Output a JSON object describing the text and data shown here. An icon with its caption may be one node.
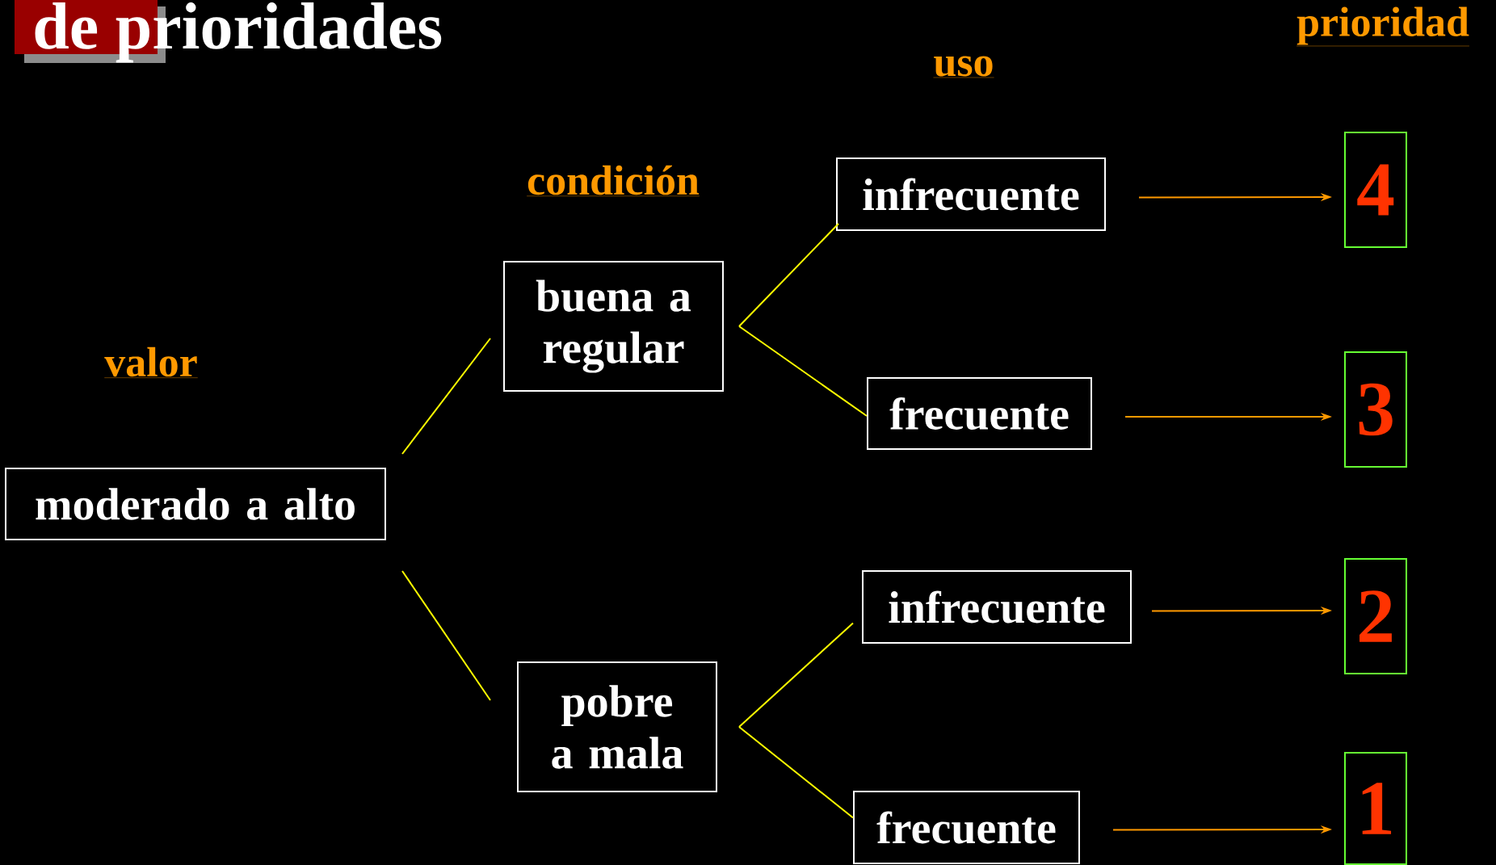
{
  "diagram": {
    "title": "de prioridades",
    "nodes": [
      {
        "text": [
          "moderado a alto"
        ]
      },
      {
        "text": [
          "buena a regular"
        ]
      },
      {
        "text": [
          "pobre a mala"
        ]
      },
      {
        "text": [
          "infrecuente"
        ]
      },
      {
        "text": [
          "frecuente"
        ]
      },
      {
        "text": [
          "infrecuente"
        ]
      },
      {
        "text": [
          "frecuente"
        ]
      },
      {
        "text": [
          "4"
        ]
      },
      {
        "text": [
          "3"
        ]
      },
      {
        "text": [
          "2"
        ]
      },
      {
        "text": [
          "1"
        ]
      }
    ],
    "edges": [
      {
        "from": 0,
        "to": 1,
        "arrow": "none",
        "color": "#ffff00"
      },
      {
        "from": 0,
        "to": 2,
        "arrow": "none",
        "color": "#ffff00"
      },
      {
        "from": 1,
        "to": 3,
        "arrow": "none",
        "color": "#ffff00"
      },
      {
        "from": 1,
        "to": 4,
        "arrow": "none",
        "color": "#ffff00"
      },
      {
        "from": 2,
        "to": 5,
        "arrow": "none",
        "color": "#ffff00"
      },
      {
        "from": 2,
        "to": 6,
        "arrow": "none",
        "color": "#ffff00"
      },
      {
        "from": 3,
        "to": 7,
        "arrow": "to",
        "color": "#ff9900"
      },
      {
        "from": 4,
        "to": 8,
        "arrow": "to",
        "color": "#ff9900"
      },
      {
        "from": 5,
        "to": 9,
        "arrow": "to",
        "color": "#ff9900"
      },
      {
        "from": 6,
        "to": 10,
        "arrow": "to",
        "color": "#ff9900"
      }
    ],
    "labels": [
      "valor",
      "condición",
      "uso",
      "prioridad"
    ]
  }
}
